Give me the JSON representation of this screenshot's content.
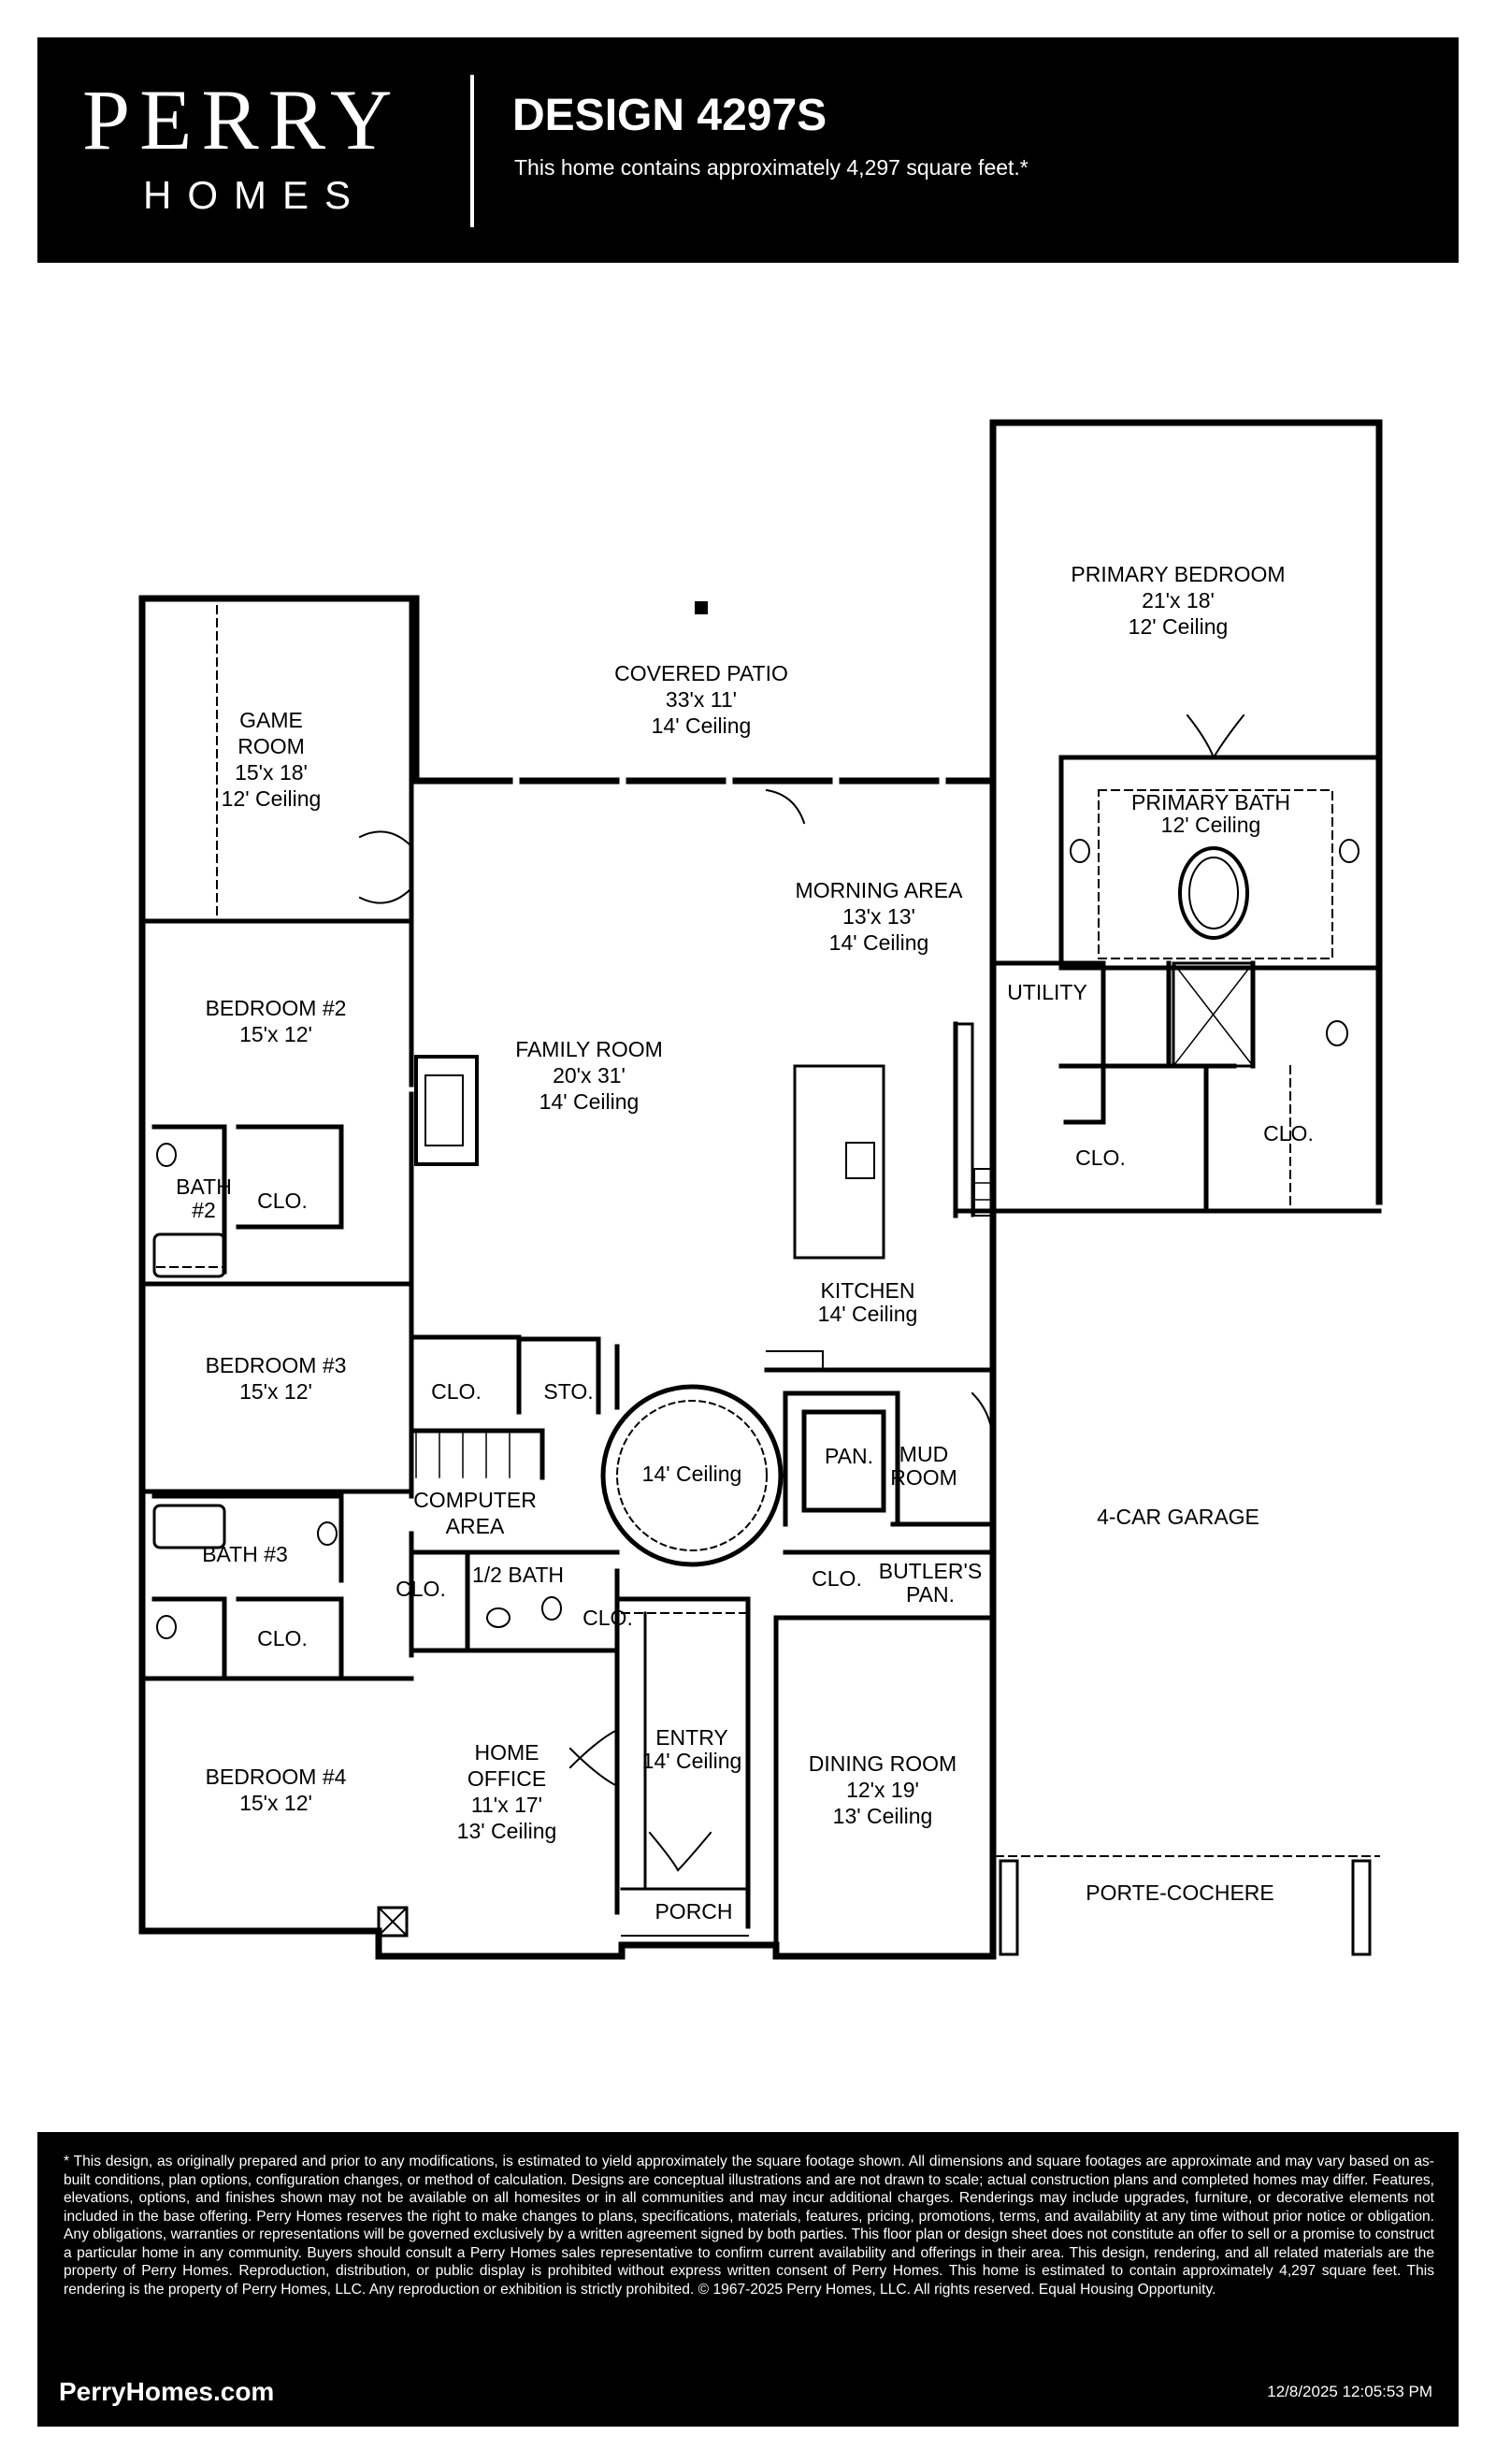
{
  "header": {
    "brand_top": "PERRY",
    "brand_bottom": "HOMES",
    "design_title": "DESIGN 4297S",
    "subtitle": "This home contains approximately 4,297 square feet.*"
  },
  "rooms": {
    "covered_patio": {
      "name": "COVERED PATIO",
      "size": "33'x 11'",
      "ceiling": "14' Ceiling"
    },
    "game_room": {
      "name1": "GAME",
      "name2": "ROOM",
      "size": "15'x 18'",
      "ceiling": "12' Ceiling"
    },
    "primary_bedroom": {
      "name": "PRIMARY BEDROOM",
      "size": "21'x 18'",
      "ceiling": "12' Ceiling"
    },
    "primary_bath": {
      "name": "PRIMARY BATH",
      "ceiling": "12' Ceiling"
    },
    "morning_area": {
      "name": "MORNING AREA",
      "size": "13'x 13'",
      "ceiling": "14' Ceiling"
    },
    "bedroom2": {
      "name": "BEDROOM #2",
      "size": "15'x 12'"
    },
    "family_room": {
      "name": "FAMILY ROOM",
      "size": "20'x 31'",
      "ceiling": "14' Ceiling"
    },
    "utility": "UTILITY",
    "clo_primary": "CLO.",
    "clo_utility": "CLO.",
    "bath2": {
      "line1": "BATH",
      "line2": "#2"
    },
    "clo_bath2": "CLO.",
    "kitchen": {
      "name": "KITCHEN",
      "ceiling": "14' Ceiling"
    },
    "bedroom3": {
      "name": "BEDROOM #3",
      "size": "15'x 12'"
    },
    "clo_hall": "CLO.",
    "sto": "STO.",
    "rotunda": "14' Ceiling",
    "pan": "PAN.",
    "mud_room": {
      "line1": "MUD",
      "line2": "ROOM"
    },
    "garage": "4-CAR GARAGE",
    "computer_area": {
      "line1": "COMPUTER",
      "line2": "AREA"
    },
    "bath3": "BATH #3",
    "clo_half": "CLO.",
    "half_bath": "1/2 BATH",
    "clo_entry": "CLO.",
    "clo_butler": "CLO.",
    "butlers_pan": {
      "line1": "BUTLER'S",
      "line2": "PAN."
    },
    "clo_bath3": "CLO.",
    "home_office": {
      "line1": "HOME",
      "line2": "OFFICE",
      "size": "11'x 17'",
      "ceiling": "13' Ceiling"
    },
    "entry": {
      "name": "ENTRY",
      "ceiling": "14' Ceiling"
    },
    "dining_room": {
      "name": "DINING ROOM",
      "size": "12'x 19'",
      "ceiling": "13' Ceiling"
    },
    "bedroom4": {
      "name": "BEDROOM #4",
      "size": "15'x 12'"
    },
    "porch": "PORCH",
    "porte_cochere": "PORTE-COCHERE"
  },
  "footer": {
    "disclaimer": "* This design, as originally prepared and prior to any modifications, is estimated to yield approximately the square footage shown. All dimensions and square footages are approximate and may vary based on as-built conditions, plan options, configuration changes, or method of calculation. Designs are conceptual illustrations and are not drawn to scale; actual construction plans and completed homes may differ. Features, elevations, options, and finishes shown may not be available on all homesites or in all communities and may incur additional charges. Renderings may include upgrades, furniture, or decorative elements not included in the base offering. Perry Homes reserves the right to make changes to plans, specifications, materials, features, pricing, promotions, terms, and availability at any time without prior notice or obligation. Any obligations, warranties or representations will be governed exclusively by a written agreement signed by both parties. This floor plan or design sheet does not constitute an offer to sell or a promise to construct a particular home in any community. Buyers should consult a Perry Homes sales representative to confirm current availability and offerings in their area. This design, rendering, and all related materials are the property of Perry Homes. Reproduction, distribution, or public display is prohibited without express written consent of Perry Homes. This home is estimated to contain approximately 4,297 square feet. This rendering is the property of Perry Homes, LLC. Any reproduction or exhibition is strictly prohibited. © 1967-2025 Perry Homes, LLC. All rights reserved. Equal Housing Opportunity.",
    "website": "PerryHomes.com",
    "timestamp": "12/8/2025 12:05:53 PM"
  }
}
